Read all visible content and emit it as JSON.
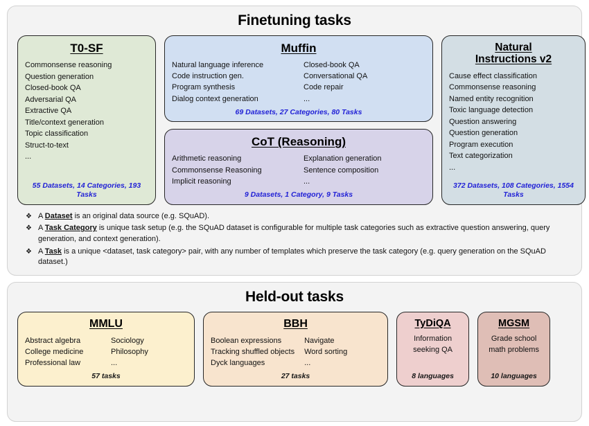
{
  "finetuning": {
    "title": "Finetuning tasks",
    "cards": [
      {
        "id": "t0sf",
        "title": "T0-SF",
        "columns": [
          [
            "Commonsense reasoning",
            "Question generation",
            "Closed-book QA",
            "Adversarial QA",
            "Extractive QA",
            "Title/context generation",
            "Topic classification",
            "Struct-to-text",
            "..."
          ]
        ],
        "stat": "55 Datasets, 14 Categories, 193 Tasks"
      },
      {
        "id": "muffin",
        "title": "Muffin",
        "columns": [
          [
            "Natural language inference",
            "Code instruction gen.",
            "Program synthesis",
            "Dialog context generation"
          ],
          [
            "Closed-book QA",
            "Conversational QA",
            "Code repair",
            "..."
          ]
        ],
        "stat": "69 Datasets, 27 Categories, 80 Tasks"
      },
      {
        "id": "cot",
        "title": "CoT (Reasoning)",
        "columns": [
          [
            "Arithmetic reasoning",
            "Commonsense Reasoning",
            "Implicit reasoning"
          ],
          [
            "Explanation generation",
            "Sentence composition",
            "..."
          ]
        ],
        "stat": "9 Datasets, 1 Category, 9 Tasks"
      },
      {
        "id": "niv2",
        "title_line1": "Natural",
        "title_line2": "Instructions v2",
        "columns": [
          [
            "Cause effect classification",
            "Commonsense reasoning",
            "Named entity recognition",
            "Toxic language detection",
            "Question answering",
            "Question generation",
            "Program execution",
            "Text categorization",
            "..."
          ]
        ],
        "stat": "372 Datasets, 108 Categories, 1554 Tasks"
      }
    ],
    "notes": [
      {
        "bullet": "❖",
        "pre": "A ",
        "term": "Dataset",
        "post": " is an original data source (e.g. SQuAD)."
      },
      {
        "bullet": "❖",
        "pre": "A ",
        "term": "Task Category",
        "post": " is unique task setup (e.g. the SQuAD dataset is configurable for multiple task categories such as extractive question answering, query generation, and context generation)."
      },
      {
        "bullet": "❖",
        "pre": "A ",
        "term": "Task",
        "post": " is a unique <dataset, task category> pair, with any number of templates which preserve the task category (e.g. query generation on the SQuAD dataset.)"
      }
    ]
  },
  "heldout": {
    "title": "Held-out tasks",
    "cards": [
      {
        "id": "mmlu",
        "title": "MMLU",
        "columns": [
          [
            "Abstract algebra",
            "College medicine",
            "Professional law"
          ],
          [
            "Sociology",
            "Philosophy",
            "..."
          ]
        ],
        "stat": "57 tasks"
      },
      {
        "id": "bbh",
        "title": "BBH",
        "columns": [
          [
            "Boolean expressions",
            "Tracking shuffled objects",
            "Dyck languages"
          ],
          [
            "Navigate",
            "Word sorting",
            "..."
          ]
        ],
        "stat": "27 tasks"
      },
      {
        "id": "tydiqa",
        "title": "TyDiQA",
        "description": "Information seeking QA",
        "stat": "8 languages"
      },
      {
        "id": "mgsm",
        "title": "MGSM",
        "description": "Grade school math problems",
        "stat": "10 languages"
      }
    ]
  },
  "colors": {
    "panel_bg": "#f3f3f3",
    "t0sf": "#dfe9d6",
    "muffin": "#d1dff2",
    "cot": "#d7d3e9",
    "niv2": "#d3dee4",
    "mmlu": "#fcf0ce",
    "bbh": "#f8e4ce",
    "tydiqa": "#eecfce",
    "mgsm": "#dfbeb6",
    "stat_text": "#2121d6"
  }
}
